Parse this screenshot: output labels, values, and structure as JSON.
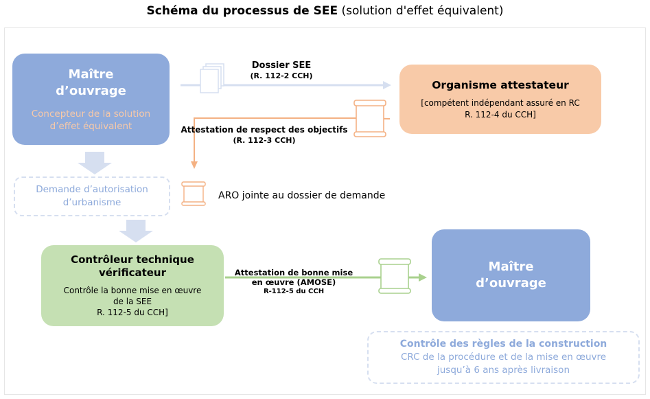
{
  "title": {
    "bold": "Schéma du processus de SEE",
    "rest": " (solution d'effet équivalent)"
  },
  "boxes": {
    "maitre_ouvrage_top": {
      "heading": [
        "Maître",
        "d’ouvrage"
      ],
      "subtitle": [
        "Concepteur de la solution",
        "d’effet équivalent"
      ]
    },
    "organisme": {
      "heading": "Organisme attestateur",
      "subtitle": [
        "[compétent indépendant assuré en RC",
        "R. 112-4 du CCH]"
      ]
    },
    "demande": {
      "text": [
        "Demande d’autorisation",
        "d’urbanisme"
      ]
    },
    "controleur": {
      "heading": [
        "Contrôleur technique",
        "vérificateur"
      ],
      "subtitle": [
        "Contrôle la bonne mise en œuvre",
        "de la SEE",
        "R. 112-5 du CCH]"
      ]
    },
    "maitre_ouvrage_bottom": {
      "heading": [
        "Maître",
        "d’ouvrage"
      ]
    },
    "crc": {
      "heading": "Contrôle des règles de la construction",
      "subtitle": [
        "CRC de la procédure et de la mise en œuvre",
        "jusqu’à 6 ans après livraison"
      ]
    }
  },
  "labels": {
    "dossier": [
      "Dossier SEE",
      "(R. 112-2 CCH)"
    ],
    "attestation_objectifs": [
      "Attestation de respect des objectifs",
      "(R. 112-3 CCH)"
    ],
    "aro": "ARO jointe au dossier de demande",
    "amose": [
      "Attestation de bonne mise",
      "en œuvre (AMOSE)",
      "R-112-5 du CCH"
    ]
  },
  "colors": {
    "blue": "#8eaadb",
    "light_blue": "#d6dff0",
    "orange": "#f8caa8",
    "orange_line": "#f4b183",
    "green": "#c5e0b3",
    "green_line": "#a9d18e",
    "peach_text": "#f8c9a8"
  }
}
